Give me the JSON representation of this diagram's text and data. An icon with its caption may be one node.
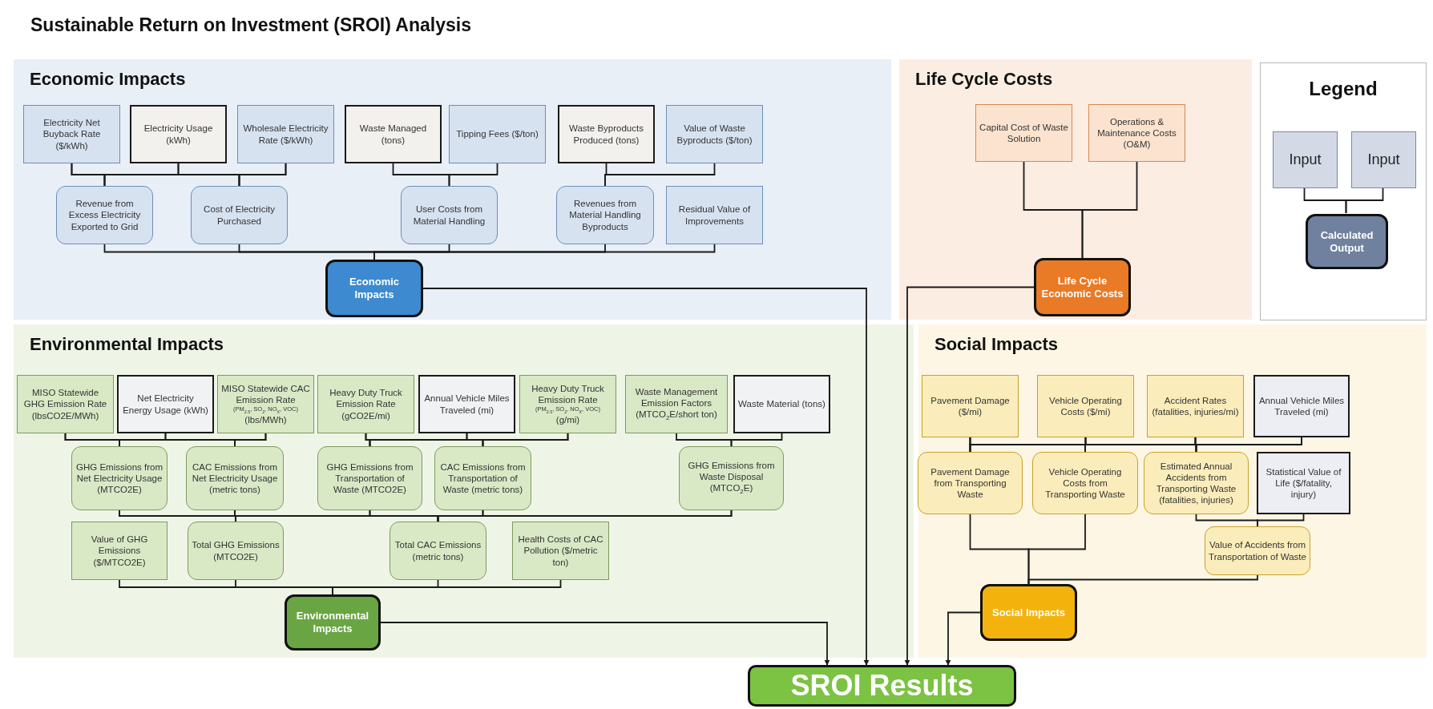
{
  "diagram": {
    "title": "Sustainable Return on Investment (SROI) Analysis",
    "nodes": [
      {
        "text": [
          "Economic Impacts"
        ]
      },
      {
        "text": [
          "Electricity Net Buyback Rate ($/kWh)"
        ],
        "in": 0
      },
      {
        "text": [
          "Electricity Usage (kWh)"
        ],
        "in": 0
      },
      {
        "text": [
          "Wholesale Electricity Rate ($/kWh)"
        ],
        "in": 0
      },
      {
        "text": [
          "Waste Managed (tons)"
        ],
        "in": 0
      },
      {
        "text": [
          "Tipping Fees ($/ton)"
        ],
        "in": 0
      },
      {
        "text": [
          "Waste Byproducts Produced (tons)"
        ],
        "in": 0
      },
      {
        "text": [
          "Value of Waste Byproducts ($/ton)"
        ],
        "in": 0
      },
      {
        "text": [
          "Revenue from Excess Electricity Exported to Grid"
        ],
        "in": 0
      },
      {
        "text": [
          "Cost of Electricity Purchased"
        ],
        "in": 0
      },
      {
        "text": [
          "User Costs from Material Handling"
        ],
        "in": 0
      },
      {
        "text": [
          "Revenues from Material Handling Byproducts"
        ],
        "in": 0
      },
      {
        "text": [
          "Residual Value of Improvements"
        ],
        "in": 0
      },
      {
        "text": [
          "Economic Impacts"
        ],
        "in": 0
      },
      {
        "text": [
          "Life Cycle Costs"
        ]
      },
      {
        "text": [
          "Capital Cost of Waste Solution"
        ],
        "in": 14
      },
      {
        "text": [
          "Operations & Maintenance Costs (O&M)"
        ],
        "in": 14
      },
      {
        "text": [
          "Life Cycle Economic Costs"
        ],
        "in": 14
      },
      {
        "text": [
          "Legend"
        ]
      },
      {
        "text": [
          "Input"
        ],
        "in": 18
      },
      {
        "text": [
          "Input"
        ],
        "in": 18
      },
      {
        "text": [
          "Calculated Output"
        ],
        "in": 18
      },
      {
        "text": [
          "Environmental Impacts"
        ]
      },
      {
        "text": [
          "MISO Statewide GHG Emission Rate (lbsCO2E/MWh)"
        ],
        "in": 22
      },
      {
        "text": [
          "Net Electricity Energy Usage (kWh)"
        ],
        "in": 22
      },
      {
        "text": [
          "MISO Statewide CAC Emission Rate",
          "(PM$_{2.5}$, SO$_{2}$, NO$_{X}$, VOC)",
          "(lbs/MWh)"
        ],
        "in": 22
      },
      {
        "text": [
          "Heavy Duty Truck Emission Rate (gCO2E/mi)"
        ],
        "in": 22
      },
      {
        "text": [
          "Annual Vehicle Miles Traveled (mi)"
        ],
        "in": 22
      },
      {
        "text": [
          "Heavy Duty Truck Emission Rate",
          "(PM$_{2.5}$, SO$_{2}$, NO$_{X}$, VOC)",
          "(g/mi)"
        ],
        "in": 22
      },
      {
        "text": [
          "Waste Management Emission Factors (MTCO$_{2}$E/short ton)"
        ],
        "in": 22
      },
      {
        "text": [
          "Waste Material (tons)"
        ],
        "in": 22
      },
      {
        "text": [
          "GHG Emissions from Net Electricity Usage (MTCO2E)"
        ],
        "in": 22
      },
      {
        "text": [
          "CAC Emissions from Net Electricity Usage (metric tons)"
        ],
        "in": 22
      },
      {
        "text": [
          "GHG Emissions from Transportation of Waste (MTCO2E)"
        ],
        "in": 22
      },
      {
        "text": [
          "CAC Emissions from Transportation of Waste (metric tons)"
        ],
        "in": 22
      },
      {
        "text": [
          "GHG Emissions from Waste Disposal (MTCO$_{2}$E)"
        ],
        "in": 22
      },
      {
        "text": [
          "Value of GHG Emissions ($/MTCO2E)"
        ],
        "in": 22
      },
      {
        "text": [
          "Total GHG Emissions (MTCO2E)"
        ],
        "in": 22
      },
      {
        "text": [
          "Total CAC Emissions (metric tons)"
        ],
        "in": 22
      },
      {
        "text": [
          "Health Costs of CAC Pollution ($/metric ton)"
        ],
        "in": 22
      },
      {
        "text": [
          "Environmental Impacts"
        ],
        "in": 22
      },
      {
        "text": [
          "Social Impacts"
        ]
      },
      {
        "text": [
          "Pavement Damage ($/mi)"
        ],
        "in": 41
      },
      {
        "text": [
          "Vehicle Operating Costs ($/mi)"
        ],
        "in": 41
      },
      {
        "text": [
          "Accident Rates (fatalities, injuries/mi)"
        ],
        "in": 41
      },
      {
        "text": [
          "Annual Vehicle Miles Traveled (mi)"
        ],
        "in": 41
      },
      {
        "text": [
          "Pavement Damage from Transporting Waste"
        ],
        "in": 41
      },
      {
        "text": [
          "Vehicle Operating Costs from Transporting Waste"
        ],
        "in": 41
      },
      {
        "text": [
          "Estimated Annual Accidents from Transporting Waste (fatalities, injuries)"
        ],
        "in": 41
      },
      {
        "text": [
          "Statistical Value of Life ($/fatality, injury)"
        ],
        "in": 41
      },
      {
        "text": [
          "Value of Accidents from Transportation of Waste"
        ],
        "in": 41
      },
      {
        "text": [
          "Social Impacts"
        ],
        "in": 41
      },
      {
        "text": [
          "SROI Results"
        ]
      }
    ],
    "edges": [
      {
        "from": 1,
        "to": 8,
        "arrow": "none"
      },
      {
        "from": 1,
        "to": 9,
        "arrow": "none"
      },
      {
        "from": 2,
        "to": 8,
        "arrow": "none"
      },
      {
        "from": 2,
        "to": 9,
        "arrow": "none"
      },
      {
        "from": 3,
        "to": 8,
        "arrow": "none"
      },
      {
        "from": 3,
        "to": 9,
        "arrow": "none"
      },
      {
        "from": 4,
        "to": 10,
        "arrow": "none"
      },
      {
        "from": 5,
        "to": 10,
        "arrow": "none"
      },
      {
        "from": 6,
        "to": 11,
        "arrow": "none"
      },
      {
        "from": 7,
        "to": 11,
        "arrow": "none"
      },
      {
        "from": 8,
        "to": 13,
        "arrow": "none"
      },
      {
        "from": 9,
        "to": 13,
        "arrow": "none"
      },
      {
        "from": 10,
        "to": 13,
        "arrow": "none"
      },
      {
        "from": 11,
        "to": 13,
        "arrow": "none"
      },
      {
        "from": 12,
        "to": 13,
        "arrow": "none"
      },
      {
        "from": 13,
        "to": 52,
        "arrow": "to"
      },
      {
        "from": 15,
        "to": 17,
        "arrow": "none"
      },
      {
        "from": 16,
        "to": 17,
        "arrow": "none"
      },
      {
        "from": 17,
        "to": 52,
        "arrow": "to"
      },
      {
        "from": 19,
        "to": 21,
        "arrow": "none"
      },
      {
        "from": 20,
        "to": 21,
        "arrow": "none"
      },
      {
        "from": 23,
        "to": 31,
        "arrow": "none"
      },
      {
        "from": 23,
        "to": 32,
        "arrow": "none"
      },
      {
        "from": 24,
        "to": 31,
        "arrow": "none"
      },
      {
        "from": 24,
        "to": 32,
        "arrow": "none"
      },
      {
        "from": 25,
        "to": 31,
        "arrow": "none"
      },
      {
        "from": 25,
        "to": 32,
        "arrow": "none"
      },
      {
        "from": 26,
        "to": 33,
        "arrow": "none"
      },
      {
        "from": 26,
        "to": 34,
        "arrow": "none"
      },
      {
        "from": 27,
        "to": 33,
        "arrow": "none"
      },
      {
        "from": 27,
        "to": 34,
        "arrow": "none"
      },
      {
        "from": 28,
        "to": 33,
        "arrow": "none"
      },
      {
        "from": 28,
        "to": 34,
        "arrow": "none"
      },
      {
        "from": 29,
        "to": 35,
        "arrow": "none"
      },
      {
        "from": 30,
        "to": 35,
        "arrow": "none"
      },
      {
        "from": 31,
        "to": 37,
        "arrow": "none"
      },
      {
        "from": 31,
        "to": 38,
        "arrow": "none"
      },
      {
        "from": 32,
        "to": 37,
        "arrow": "none"
      },
      {
        "from": 32,
        "to": 38,
        "arrow": "none"
      },
      {
        "from": 33,
        "to": 37,
        "arrow": "none"
      },
      {
        "from": 33,
        "to": 38,
        "arrow": "none"
      },
      {
        "from": 34,
        "to": 37,
        "arrow": "none"
      },
      {
        "from": 34,
        "to": 38,
        "arrow": "none"
      },
      {
        "from": 35,
        "to": 37,
        "arrow": "none"
      },
      {
        "from": 35,
        "to": 38,
        "arrow": "none"
      },
      {
        "from": 36,
        "to": 40,
        "arrow": "none"
      },
      {
        "from": 37,
        "to": 40,
        "arrow": "none"
      },
      {
        "from": 38,
        "to": 40,
        "arrow": "none"
      },
      {
        "from": 39,
        "to": 40,
        "arrow": "none"
      },
      {
        "from": 40,
        "to": 52,
        "arrow": "to"
      },
      {
        "from": 42,
        "to": 46,
        "arrow": "none"
      },
      {
        "from": 42,
        "to": 47,
        "arrow": "none"
      },
      {
        "from": 42,
        "to": 48,
        "arrow": "none"
      },
      {
        "from": 43,
        "to": 46,
        "arrow": "none"
      },
      {
        "from": 43,
        "to": 47,
        "arrow": "none"
      },
      {
        "from": 43,
        "to": 48,
        "arrow": "none"
      },
      {
        "from": 44,
        "to": 46,
        "arrow": "none"
      },
      {
        "from": 44,
        "to": 47,
        "arrow": "none"
      },
      {
        "from": 44,
        "to": 48,
        "arrow": "none"
      },
      {
        "from": 45,
        "to": 46,
        "arrow": "none"
      },
      {
        "from": 45,
        "to": 47,
        "arrow": "none"
      },
      {
        "from": 45,
        "to": 48,
        "arrow": "none"
      },
      {
        "from": 48,
        "to": 50,
        "arrow": "none"
      },
      {
        "from": 49,
        "to": 50,
        "arrow": "none"
      },
      {
        "from": 46,
        "to": 51,
        "arrow": "none"
      },
      {
        "from": 47,
        "to": 51,
        "arrow": "none"
      },
      {
        "from": 50,
        "to": 51,
        "arrow": "none"
      },
      {
        "from": 51,
        "to": 52,
        "arrow": "to"
      }
    ]
  }
}
